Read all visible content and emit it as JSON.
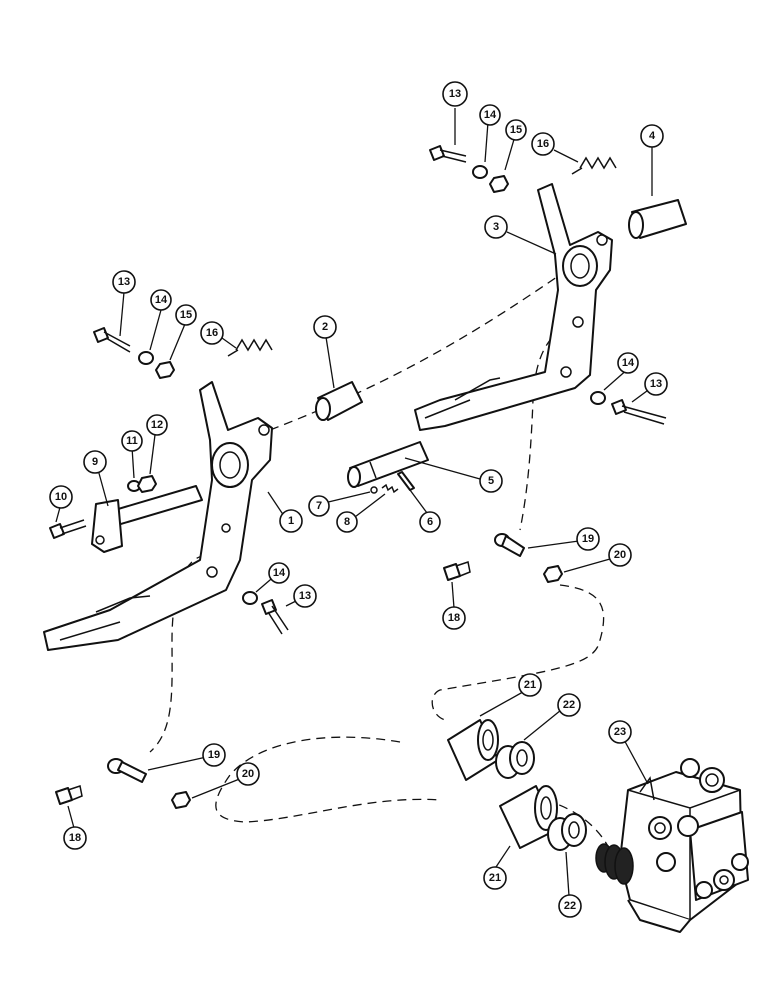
{
  "callouts": {
    "c1": "1",
    "c2": "2",
    "c3": "3",
    "c4": "4",
    "c5": "5",
    "c6": "6",
    "c7": "7",
    "c8": "8",
    "c9": "9",
    "c10": "10",
    "c11": "11",
    "c12": "12",
    "c13a": "13",
    "c14a": "14",
    "c15a": "15",
    "c16a": "16",
    "c13b": "13",
    "c14b": "14",
    "c15b": "15",
    "c16b": "16",
    "c13c": "13",
    "c14c": "14",
    "c13d": "13",
    "c14d": "14",
    "c18a": "18",
    "c19a": "19",
    "c20a": "20",
    "c18b": "18",
    "c19b": "19",
    "c20b": "20",
    "c21a": "21",
    "c22a": "22",
    "c21b": "21",
    "c22b": "22",
    "c23": "23"
  }
}
